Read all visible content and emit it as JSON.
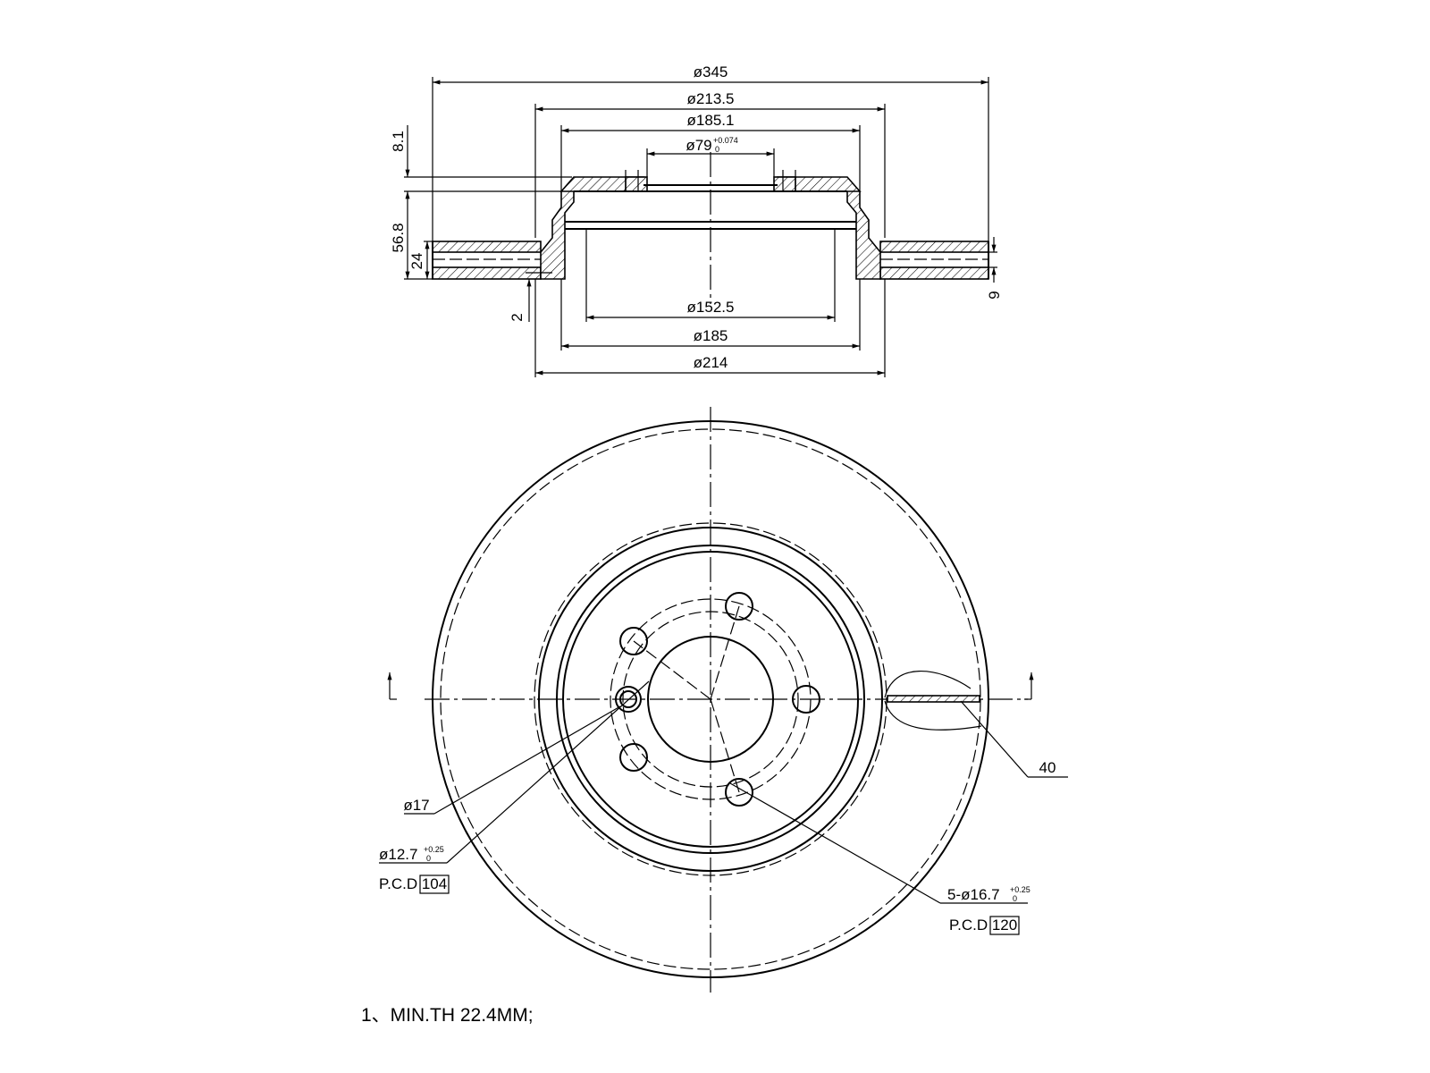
{
  "section_view": {
    "dimensions": {
      "outer_diameter": "ø345",
      "friction_inner_diameter": "ø213.5",
      "hat_diameter_top": "ø185.1",
      "center_bore": "ø79",
      "center_bore_tol_upper": "+0.074",
      "center_bore_tol_lower": "0",
      "hat_inner_diameter": "ø152.5",
      "hat_diameter_bottom": "ø185",
      "flange_diameter": "ø214",
      "hat_top_thickness": "8.1",
      "overall_height": "56.8",
      "disc_thickness": "24",
      "offset": "2",
      "cheek_thickness": "9"
    }
  },
  "front_view": {
    "labels": {
      "vane_angle": "40",
      "hole_small_diameter": "ø17",
      "hole_threaded_diameter": "ø12.7",
      "hole_threaded_tol_upper": "+0.25",
      "hole_threaded_tol_lower": "0",
      "pcd_small_prefix": "P.C.D",
      "pcd_small_value": "104",
      "bolt_holes": "5-ø16.7",
      "bolt_holes_tol_upper": "+0.25",
      "bolt_holes_tol_lower": "0",
      "pcd_large_prefix": "P.C.D",
      "pcd_large_value": "120"
    }
  },
  "notes": {
    "note_1": "1、MIN.TH 22.4MM;"
  }
}
